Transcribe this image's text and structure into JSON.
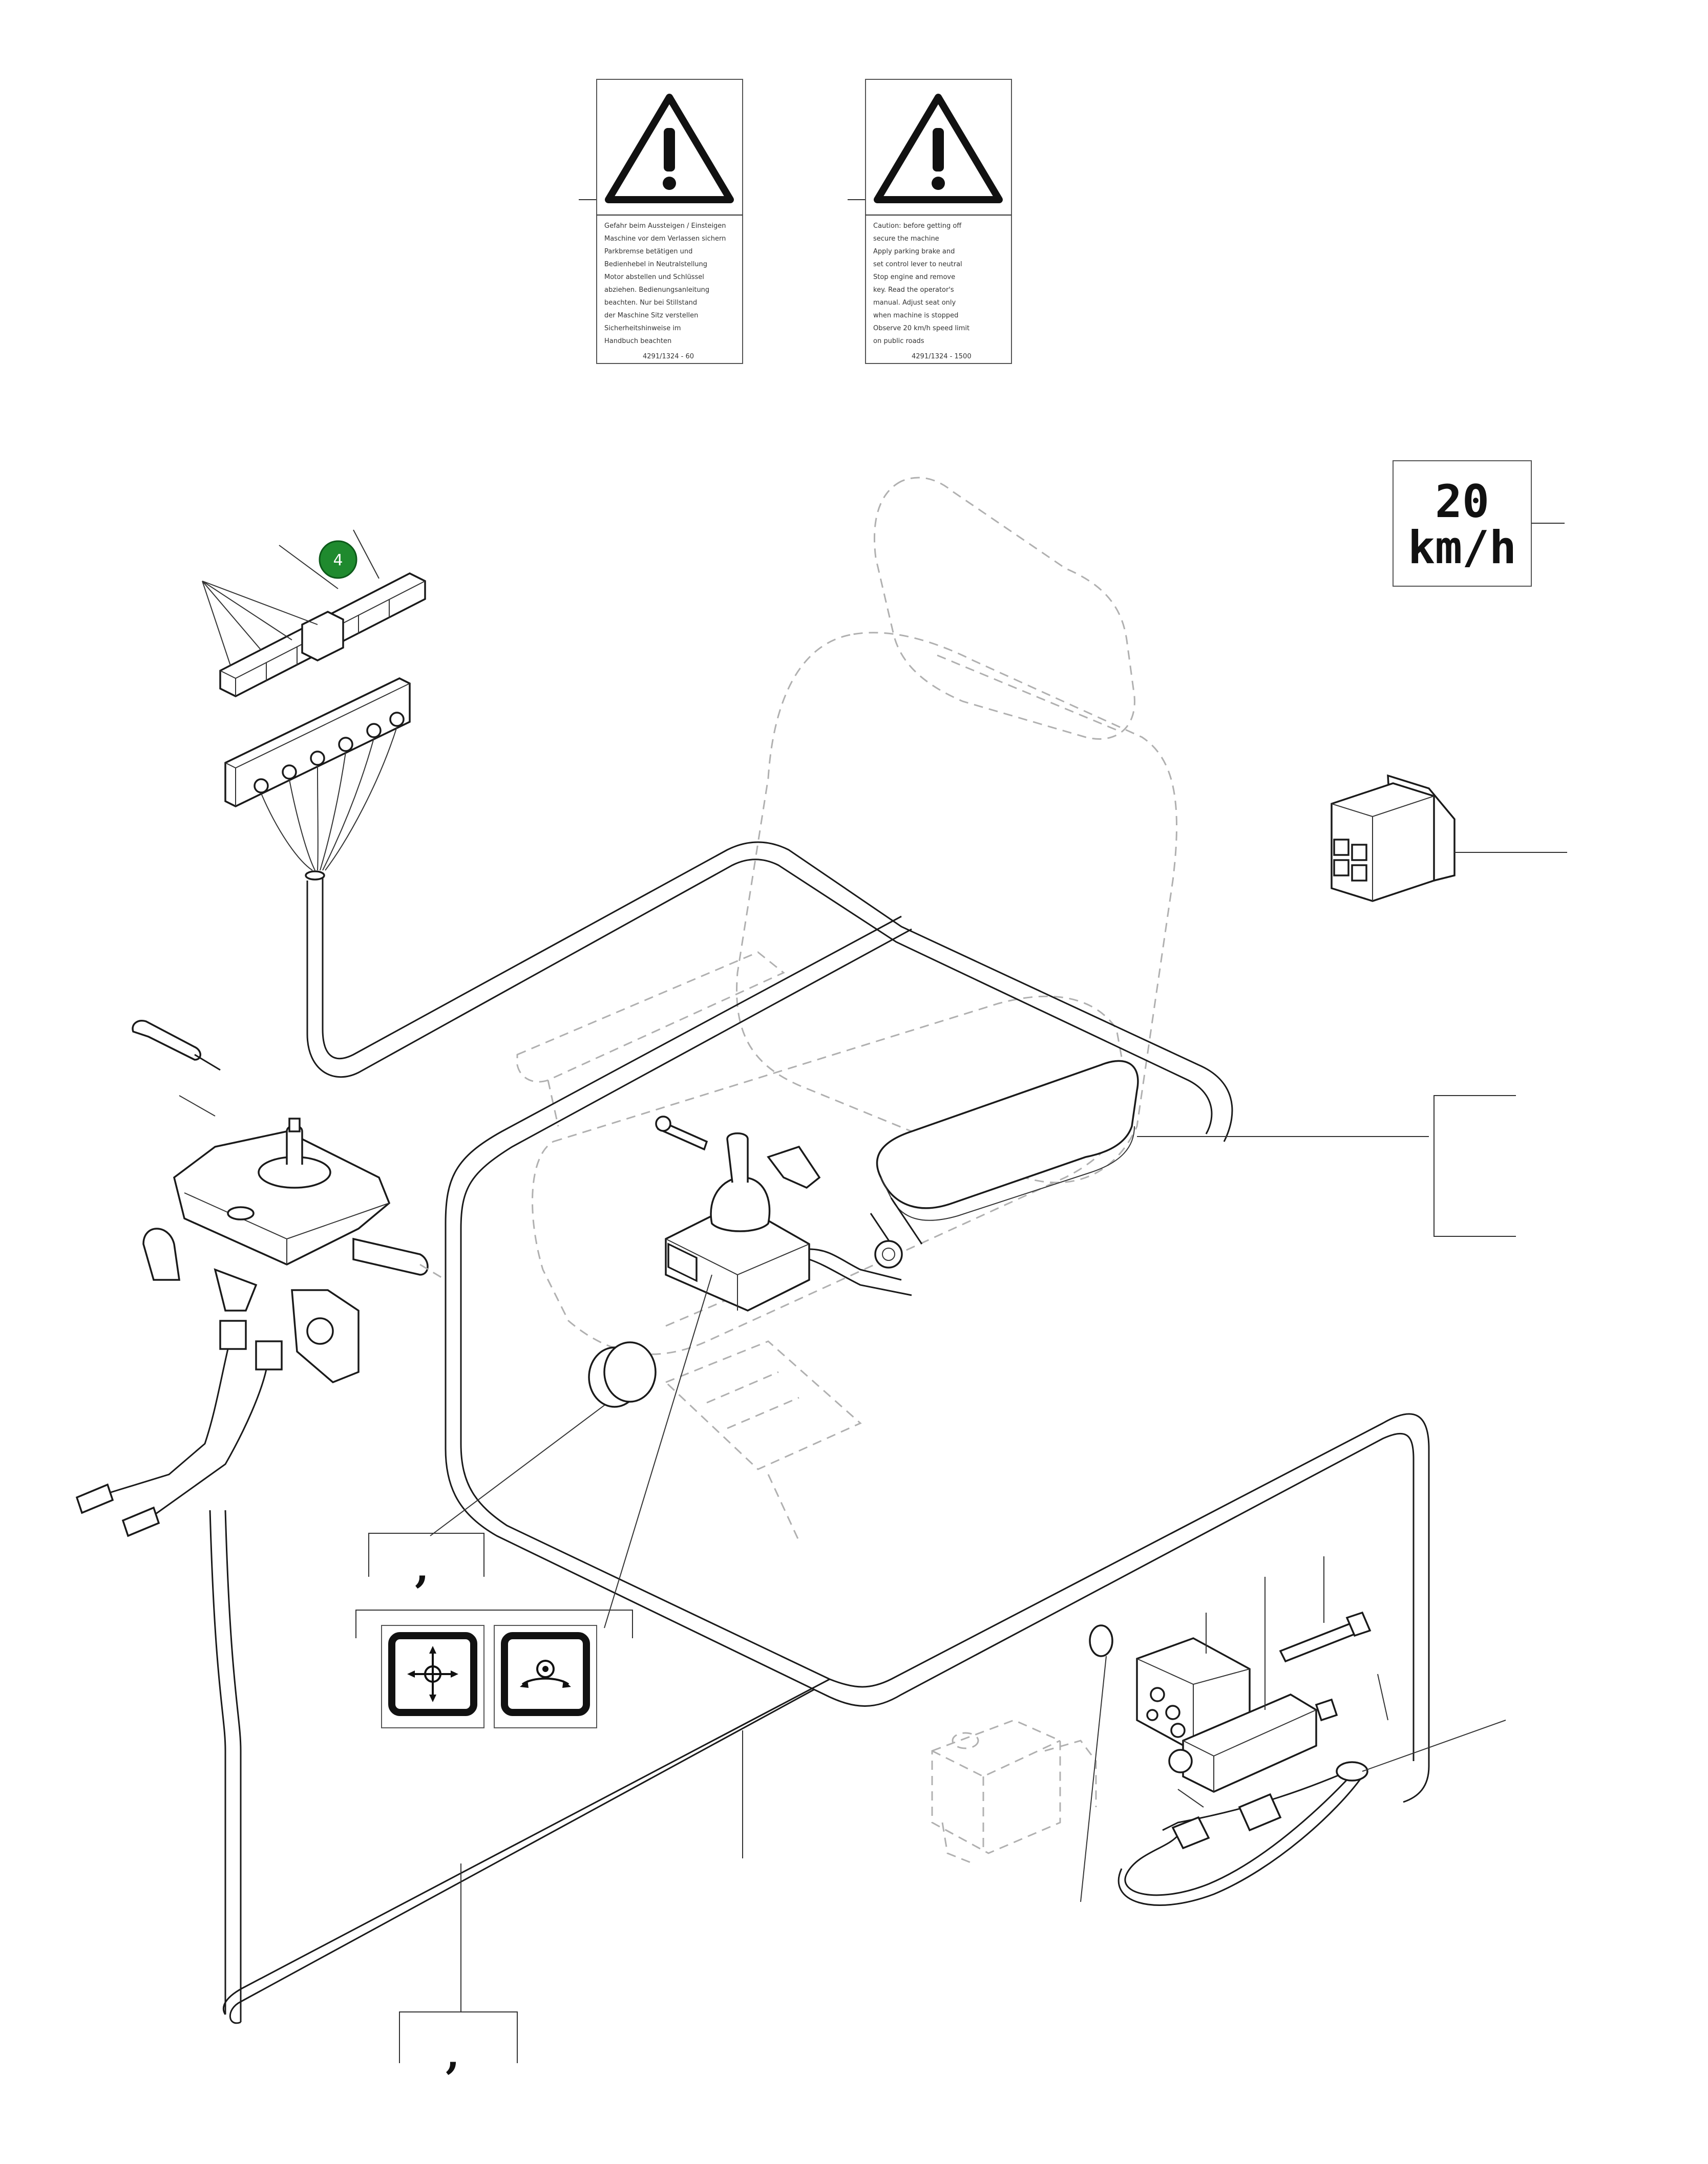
{
  "speed_label": {
    "line1": "20",
    "line2": "km/h"
  },
  "warning_label_left": {
    "lines": [
      "Gefahr beim Aussteigen / Einsteigen",
      "Maschine vor dem Verlassen sichern",
      "Parkbremse betätigen und",
      "Bedienhebel in Neutralstellung",
      "Motor abstellen und Schlüssel",
      "abziehen. Bedienungsanleitung",
      "beachten. Nur bei Stillstand",
      "der Maschine Sitz verstellen",
      "Sicherheitshinweise im",
      "Handbuch beachten"
    ],
    "part_no": "4291/1324 - 60"
  },
  "warning_label_right": {
    "lines": [
      "Caution: before getting off",
      "secure the machine",
      "Apply parking brake and",
      "set control lever to neutral",
      "Stop engine and remove",
      "key. Read the operator's",
      "manual. Adjust seat only",
      "when machine is stopped",
      "Observe 20 km/h speed limit",
      "on public roads"
    ],
    "part_no": "4291/1324 - 1500"
  },
  "callout": {
    "number": "4",
    "color": "#1f8a2e"
  },
  "comma_marks": {
    "upper": ",",
    "lower": ","
  },
  "joystick_decals": {
    "left_icon": "joystick-cross-directions-icon",
    "right_icon": "joystick-rotate-directions-icon"
  },
  "colors": {
    "line": "#1a1a1a",
    "dashed_seat": "#b0b0b0",
    "callout": "#1f8a2e"
  }
}
